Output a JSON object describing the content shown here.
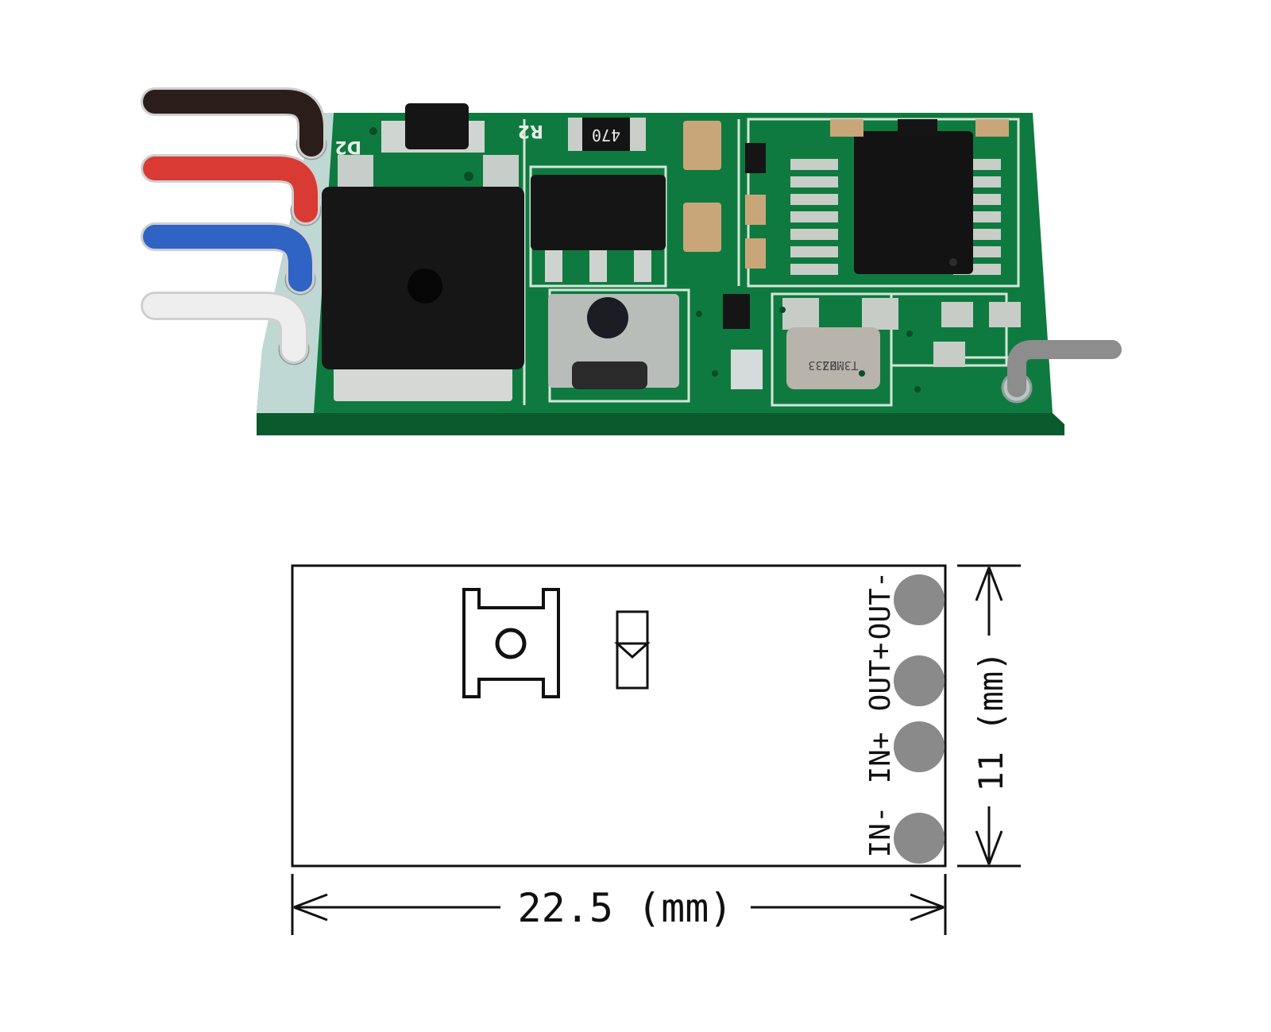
{
  "photo": {
    "resistor_marking": "470",
    "crystal_marking_line1": "T3.2333",
    "crystal_marking_line2": "MHZ",
    "silk_label_d2": "D2",
    "silk_label_r2": "R2",
    "wire_colors": [
      "#2b1d1a",
      "#d93a34",
      "#2f63c4",
      "#eeeeee"
    ],
    "antenna_color": "#8d8d8d",
    "pcb_color": "#0f7a3f"
  },
  "diagram": {
    "pin_labels": [
      "OUT-",
      "OUT+",
      "IN+",
      "IN-"
    ],
    "width_label": "22.5 (mm)",
    "height_label": "11 (mm)",
    "pin_pad_color": "#8a8a8a",
    "line_color": "#111111"
  }
}
